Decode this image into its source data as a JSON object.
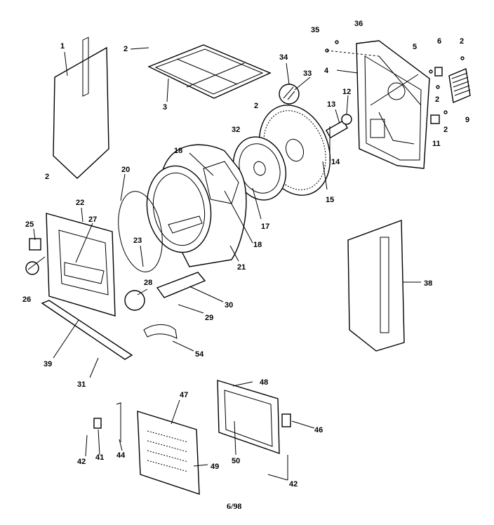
{
  "footer": {
    "date_code": "6/98"
  },
  "callouts": [
    {
      "id": "c1",
      "text": "1"
    },
    {
      "id": "c2a",
      "text": "2"
    },
    {
      "id": "c3",
      "text": "3"
    },
    {
      "id": "c35",
      "text": "35"
    },
    {
      "id": "c36",
      "text": "36"
    },
    {
      "id": "c5",
      "text": "5"
    },
    {
      "id": "c6",
      "text": "6"
    },
    {
      "id": "c2b",
      "text": "2"
    },
    {
      "id": "c4",
      "text": "4"
    },
    {
      "id": "c34",
      "text": "34"
    },
    {
      "id": "c33",
      "text": "33"
    },
    {
      "id": "c2c",
      "text": "2"
    },
    {
      "id": "c13",
      "text": "13"
    },
    {
      "id": "c12",
      "text": "12"
    },
    {
      "id": "c2d",
      "text": "2"
    },
    {
      "id": "c9",
      "text": "9"
    },
    {
      "id": "c2e",
      "text": "2"
    },
    {
      "id": "c11",
      "text": "11"
    },
    {
      "id": "c32",
      "text": "32"
    },
    {
      "id": "c14",
      "text": "14"
    },
    {
      "id": "c15",
      "text": "15"
    },
    {
      "id": "c18a",
      "text": "18"
    },
    {
      "id": "c2f",
      "text": "2"
    },
    {
      "id": "c20",
      "text": "20"
    },
    {
      "id": "c22",
      "text": "22"
    },
    {
      "id": "c27",
      "text": "27"
    },
    {
      "id": "c25",
      "text": "25"
    },
    {
      "id": "c17",
      "text": "17"
    },
    {
      "id": "c18b",
      "text": "18"
    },
    {
      "id": "c23",
      "text": "23"
    },
    {
      "id": "c21",
      "text": "21"
    },
    {
      "id": "c26",
      "text": "26"
    },
    {
      "id": "c28",
      "text": "28"
    },
    {
      "id": "c30",
      "text": "30"
    },
    {
      "id": "c29",
      "text": "29"
    },
    {
      "id": "c38",
      "text": "38"
    },
    {
      "id": "c39",
      "text": "39"
    },
    {
      "id": "c54",
      "text": "54"
    },
    {
      "id": "c31",
      "text": "31"
    },
    {
      "id": "c47",
      "text": "47"
    },
    {
      "id": "c48",
      "text": "48"
    },
    {
      "id": "c46",
      "text": "46"
    },
    {
      "id": "c42a",
      "text": "42"
    },
    {
      "id": "c41",
      "text": "41"
    },
    {
      "id": "c44",
      "text": "44"
    },
    {
      "id": "c49",
      "text": "49"
    },
    {
      "id": "c50",
      "text": "50"
    },
    {
      "id": "c42b",
      "text": "42"
    }
  ]
}
